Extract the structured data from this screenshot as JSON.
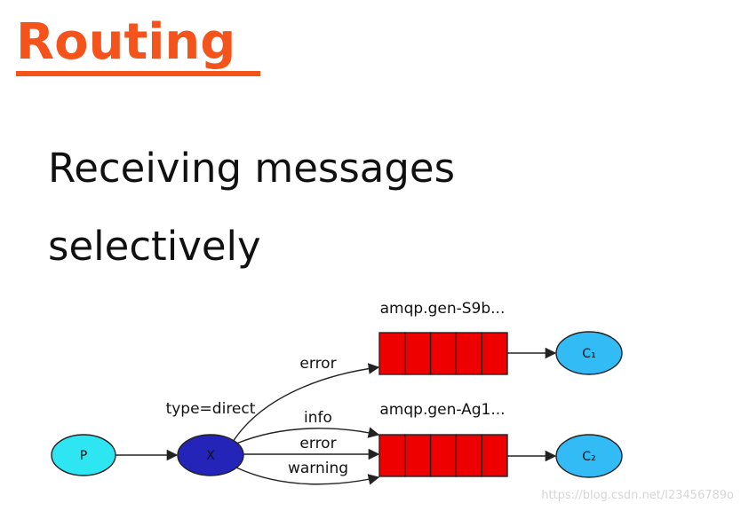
{
  "slide": {
    "title": "Routing",
    "subtitle": "Receiving messages selectively"
  },
  "diagram": {
    "producer": "P",
    "exchange": "X",
    "exchange_type": "type=direct",
    "queues": [
      {
        "name": "amqp.gen-S9b...",
        "bindings": [
          "error"
        ],
        "consumer": "C₁"
      },
      {
        "name": "amqp.gen-Ag1...",
        "bindings": [
          "info",
          "error",
          "warning"
        ],
        "consumer": "C₂"
      }
    ],
    "colors": {
      "producer": "#2ee6f2",
      "exchange": "#2424b8",
      "queue": "#ee0000",
      "consumer": "#33bbf5"
    }
  },
  "watermark": "https://blog.csdn.net/l23456789o"
}
